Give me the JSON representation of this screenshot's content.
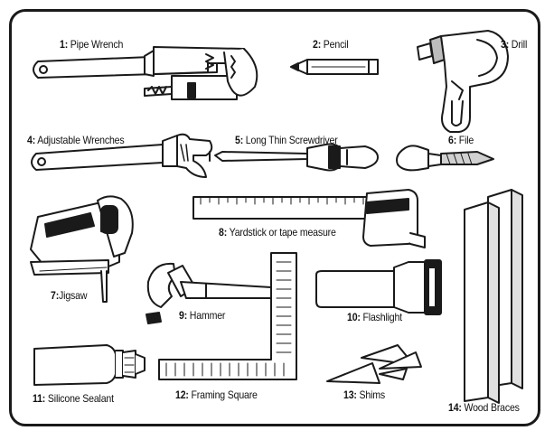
{
  "tools": [
    {
      "num": "1:",
      "name": "Pipe Wrench",
      "icon": "pipe-wrench-icon"
    },
    {
      "num": "2:",
      "name": "Pencil",
      "icon": "pencil-icon"
    },
    {
      "num": "3:",
      "name": "Drill",
      "icon": "drill-icon"
    },
    {
      "num": "4:",
      "name": "Adjustable Wrenches",
      "icon": "adjustable-wrench-icon"
    },
    {
      "num": "5:",
      "name": "Long Thin Screwdriver",
      "icon": "screwdriver-icon"
    },
    {
      "num": "6:",
      "name": "File",
      "icon": "file-icon"
    },
    {
      "num": "7:",
      "name": "Jigsaw",
      "icon": "jigsaw-icon"
    },
    {
      "num": "8:",
      "name": "Yardstick or tape measure",
      "icon": "tape-measure-icon"
    },
    {
      "num": "9:",
      "name": "Hammer",
      "icon": "hammer-icon"
    },
    {
      "num": "10:",
      "name": "Flashlight",
      "icon": "flashlight-icon"
    },
    {
      "num": "11:",
      "name": "Silicone Sealant",
      "icon": "sealant-tube-icon"
    },
    {
      "num": "12:",
      "name": "Framing Square",
      "icon": "framing-square-icon"
    },
    {
      "num": "13:",
      "name": "Shims",
      "icon": "shims-icon"
    },
    {
      "num": "14:",
      "name": "Wood Braces",
      "icon": "wood-braces-icon"
    }
  ],
  "colors": {
    "ink": "#1a1a1a",
    "background": "#ffffff",
    "metal": "#d9d9d9"
  }
}
